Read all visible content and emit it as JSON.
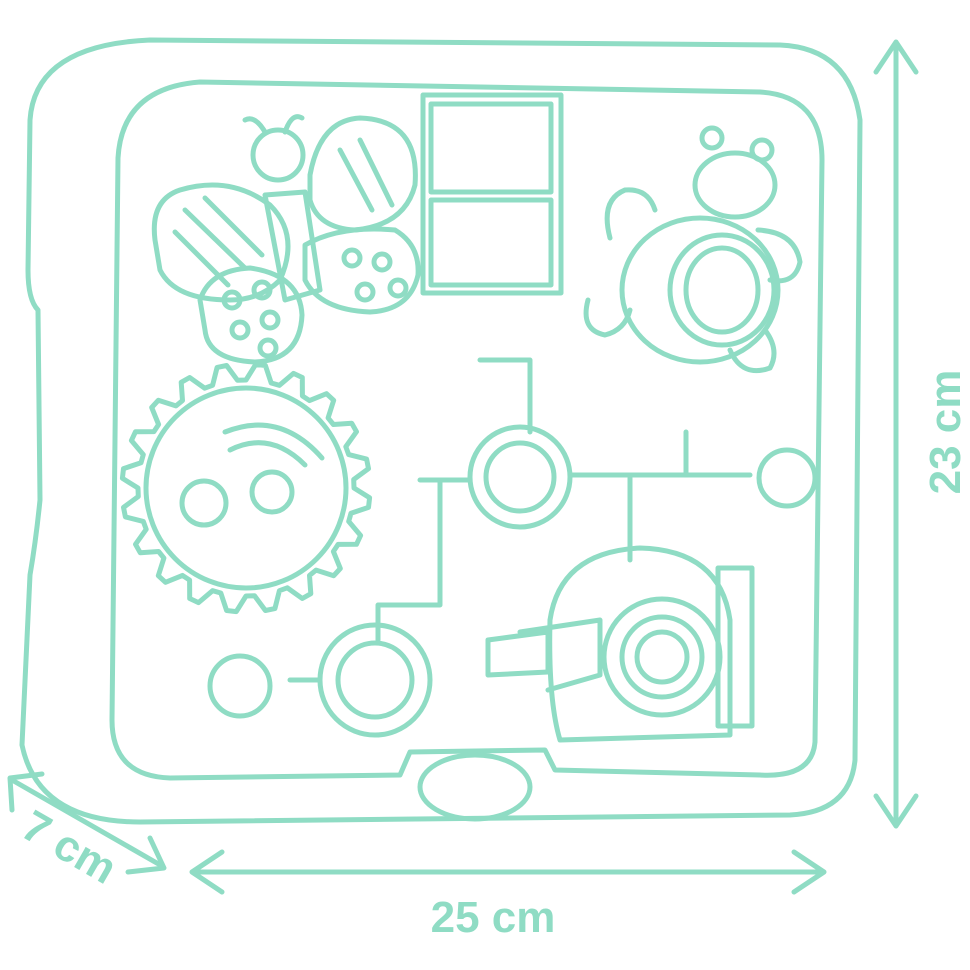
{
  "dimensions": {
    "width_label": "25 cm",
    "height_label": "23 cm",
    "depth_label": "7 cm"
  },
  "colors": {
    "line": "#8fdcc4",
    "background": "#ffffff"
  },
  "icons": [
    "butterfly-icon",
    "gear-icon",
    "hippo-turtle-icon",
    "car-icon",
    "shape-sorter-blocks-icon",
    "maze-track-icon"
  ]
}
